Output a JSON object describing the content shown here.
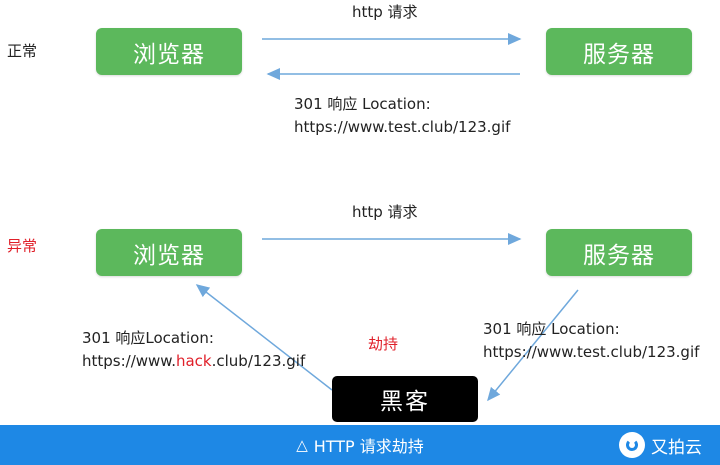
{
  "normal": {
    "row_label": "正常",
    "browser": "浏览器",
    "server": "服务器",
    "request": "http 请求",
    "response_line1": "301 响应 Location:",
    "response_line2": "https://www.test.club/123.gif"
  },
  "abnormal": {
    "row_label": "异常",
    "browser": "浏览器",
    "server": "服务器",
    "request": "http 请求",
    "server_response_line1": "301 响应 Location:",
    "server_response_line2": "https://www.test.club/123.gif",
    "hijack_label": "劫持",
    "hacker": "黑客",
    "fake_response_line1": "301 响应Location:",
    "fake_url_prefix": "https://www.",
    "fake_url_highlight": "hack",
    "fake_url_suffix": ".club/123.gif"
  },
  "caption": {
    "icon": "triangle-icon",
    "text": "HTTP 请求劫持"
  },
  "brand": {
    "icon": "youpaiyun-logo-icon",
    "name": "又拍云"
  },
  "colors": {
    "box_green": "#5cb85c",
    "arrow_blue": "#6fa8dc",
    "highlight_red": "#e0202a",
    "caption_bar": "#1e88e5"
  }
}
